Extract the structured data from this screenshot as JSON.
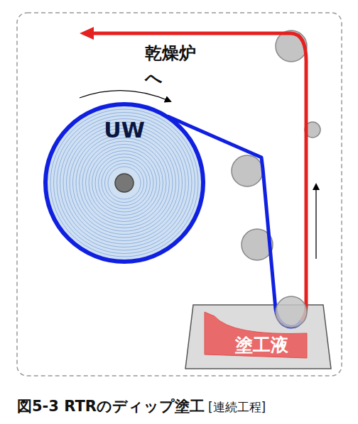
{
  "diagram": {
    "caption": "図5-3 RTRのディップ塗工",
    "nodes": [
      {
        "text": [
          "UW"
        ]
      },
      {
        "text": [
          "塗工液"
        ]
      }
    ],
    "labels": [
      "乾燥炉へ",
      "[連続工程]"
    ]
  }
}
